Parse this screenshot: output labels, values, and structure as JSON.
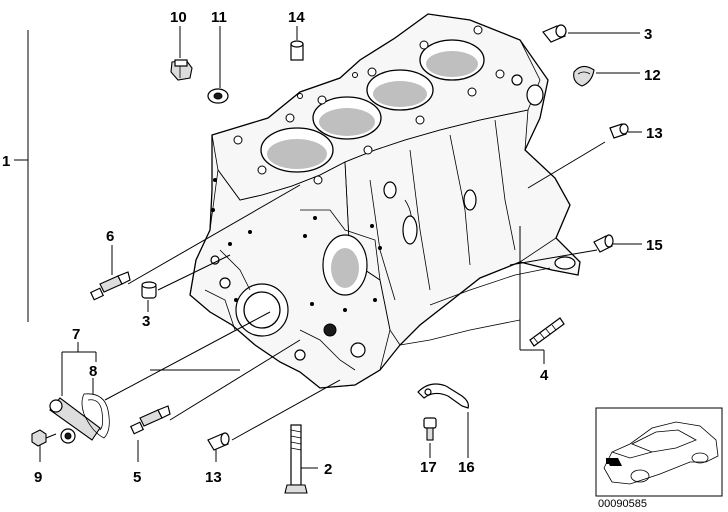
{
  "diagram": {
    "callouts": [
      {
        "key": "c1",
        "label": "1"
      },
      {
        "key": "c10",
        "label": "10"
      },
      {
        "key": "c11",
        "label": "11"
      },
      {
        "key": "c14",
        "label": "14"
      },
      {
        "key": "c3a",
        "label": "3"
      },
      {
        "key": "c12",
        "label": "12"
      },
      {
        "key": "c13a",
        "label": "13"
      },
      {
        "key": "c15",
        "label": "15"
      },
      {
        "key": "c6",
        "label": "6"
      },
      {
        "key": "c3b",
        "label": "3"
      },
      {
        "key": "c7",
        "label": "7"
      },
      {
        "key": "c8",
        "label": "8"
      },
      {
        "key": "c4",
        "label": "4"
      },
      {
        "key": "c9",
        "label": "9"
      },
      {
        "key": "c5",
        "label": "5"
      },
      {
        "key": "c13b",
        "label": "13"
      },
      {
        "key": "c2",
        "label": "2"
      },
      {
        "key": "c17",
        "label": "17"
      },
      {
        "key": "c16",
        "label": "16"
      }
    ],
    "reference_number": "00090585",
    "inset_icon": "car-sedan-icon"
  }
}
